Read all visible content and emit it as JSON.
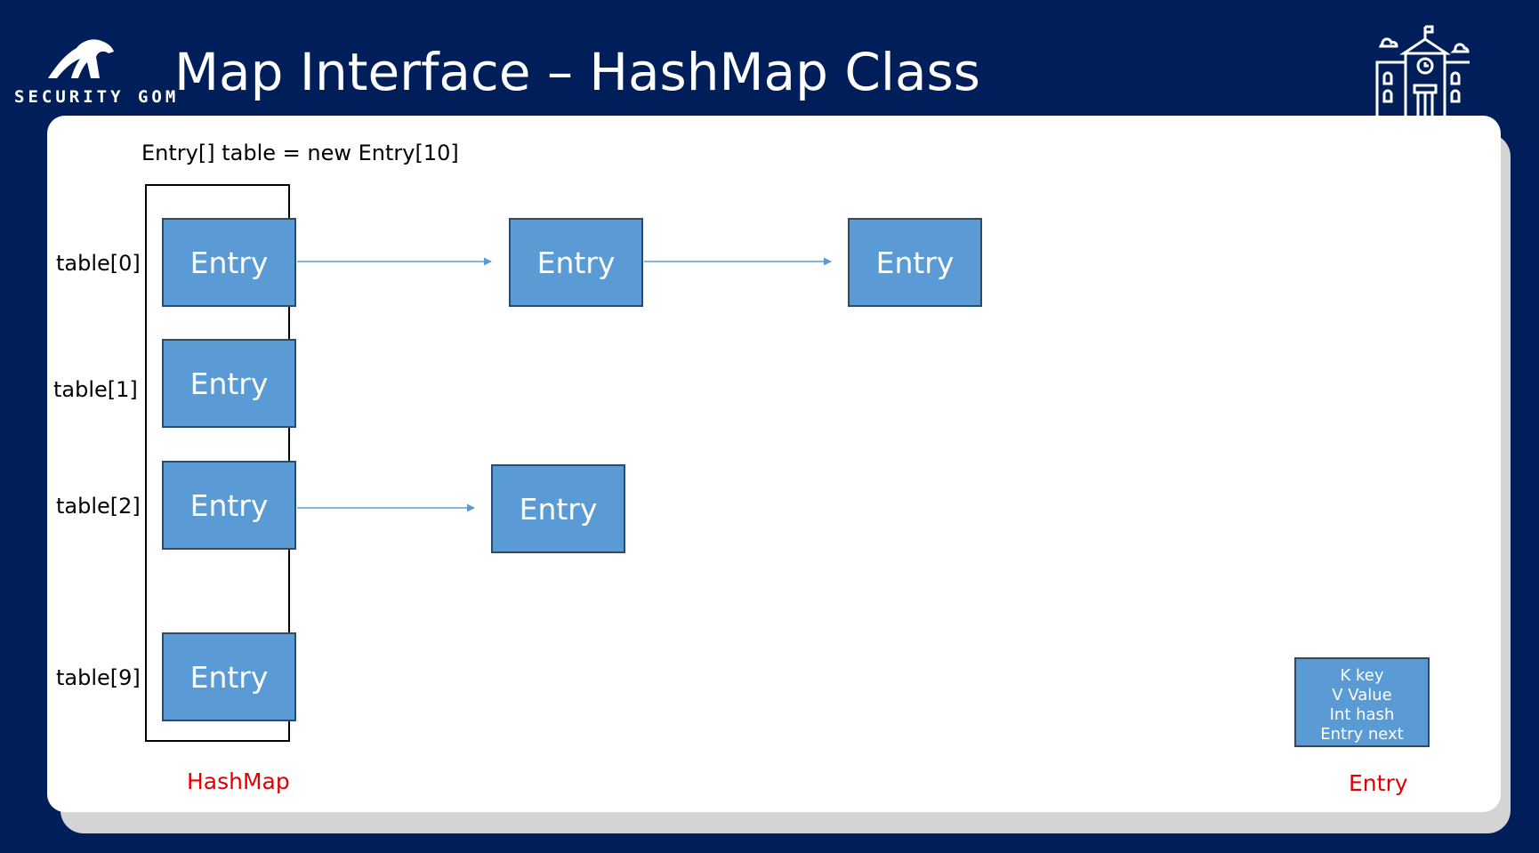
{
  "header": {
    "brand": "SECURITY GOM",
    "title": "Map Interface – HashMap Class"
  },
  "diagram": {
    "declaration": "Entry[] table = new Entry[10]",
    "rows": [
      {
        "label": "table[0]",
        "entry": "Entry",
        "chain": [
          "Entry",
          "Entry"
        ]
      },
      {
        "label": "table[1]",
        "entry": "Entry",
        "chain": []
      },
      {
        "label": "table[2]",
        "entry": "Entry",
        "chain": [
          "Entry"
        ]
      },
      {
        "label": "table[9]",
        "entry": "Entry",
        "chain": []
      }
    ],
    "hashmap_label": "HashMap",
    "entry_fields": [
      "K key",
      "V Value",
      "Int hash",
      "Entry next"
    ],
    "entry_label": "Entry"
  },
  "colors": {
    "background": "#001e5a",
    "entry_fill": "#5b9bd5",
    "arrow": "#5b9bd5",
    "caption": "#e00000"
  },
  "icons": [
    "polar-bear-logo-icon",
    "school-building-icon"
  ]
}
